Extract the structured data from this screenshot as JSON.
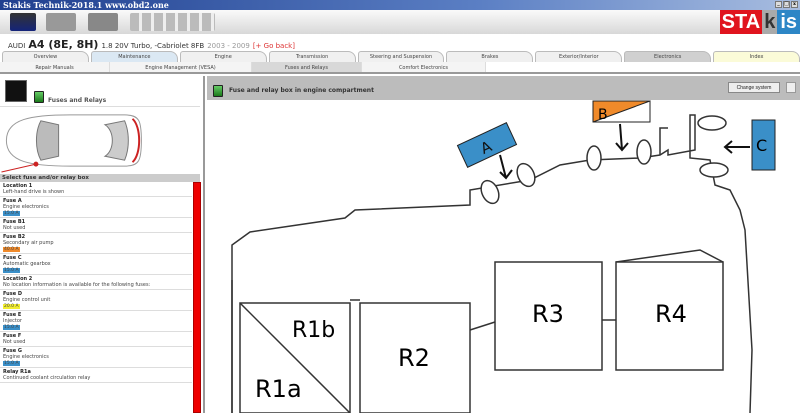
{
  "window": {
    "title": "Stakis Technik-2018.1   www.obd2.one",
    "brand_logo": "STAkis"
  },
  "vehicle": {
    "make": "AUDI",
    "model": "A4 (8E, 8H)",
    "engine": "1.8 20V Turbo, -Cabriolet 8FB",
    "years": "2003 - 2009",
    "back": "[+ Go back]"
  },
  "tabs": [
    "Overview",
    "Maintenance",
    "Engine",
    "Transmission",
    "Steering and Suspension",
    "Brakes",
    "Exterior/Interior",
    "Electronics",
    "Index"
  ],
  "subtabs": [
    "Repair Manuals",
    "Engine Management (VESA)",
    "Fuses and Relays",
    "Comfort Electronics"
  ],
  "left": {
    "title": "Fuses and Relays",
    "list_header": "Select fuse and/or relay box",
    "items": [
      {
        "name": "Location 1",
        "desc": "Left-hand drive is shown"
      },
      {
        "name": "Fuse A",
        "desc": "Engine electronics",
        "amp": "15.0 A",
        "color": "#3a8fc8"
      },
      {
        "name": "Fuse B1",
        "desc": "Not used"
      },
      {
        "name": "Fuse B2",
        "desc": "Secondary air pump",
        "amp": "40.0 A",
        "color": "#f08a2a"
      },
      {
        "name": "Fuse C",
        "desc": "Automatic gearbox",
        "amp": "15.0 A",
        "color": "#3a8fc8"
      },
      {
        "name": "Location 2",
        "desc": "No location information is available for the following fuses:"
      },
      {
        "name": "Fuse D",
        "desc": "Engine control unit",
        "amp": "20.0 A",
        "color": "#f2ee30"
      },
      {
        "name": "Fuse E",
        "desc": "Injector",
        "amp": "15.0 A",
        "color": "#3a8fc8"
      },
      {
        "name": "Fuse F",
        "desc": "Not used"
      },
      {
        "name": "Fuse G",
        "desc": "Engine electronics",
        "amp": "15.0 A",
        "color": "#3a8fc8"
      },
      {
        "name": "Relay R1a",
        "desc": "Continued coolant circulation relay"
      }
    ]
  },
  "right": {
    "title": "Fuse and relay box in engine compartment",
    "change_system": "Change system"
  },
  "diagram": {
    "labels": {
      "A": "A",
      "B": "B",
      "C": "C",
      "R1a": "R1a",
      "R1b": "R1b",
      "R2": "R2",
      "R3": "R3",
      "R4": "R4"
    }
  }
}
